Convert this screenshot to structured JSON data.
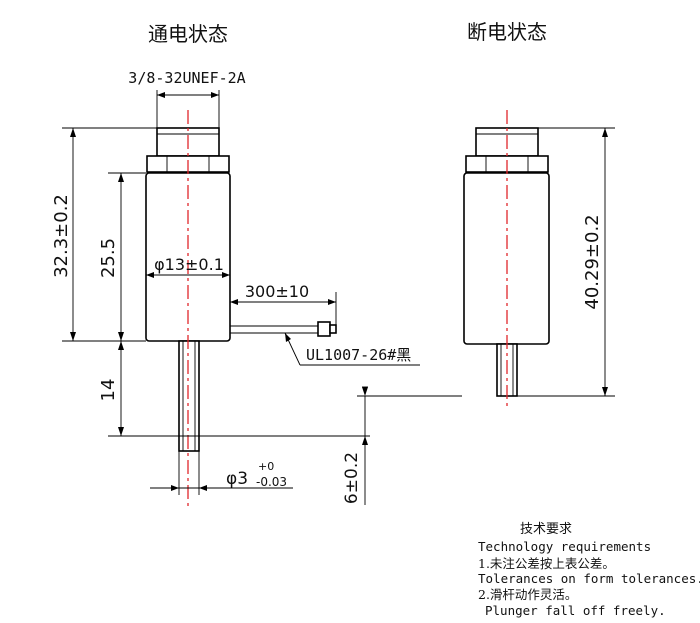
{
  "titles": {
    "energized": "通电状态",
    "de_energized": "断电状态"
  },
  "dimensions": {
    "thread": "3/8-32UNEF-2A",
    "total_height": "32.3±0.2",
    "body_height": "25.5",
    "body_diameter": "φ13±0.1",
    "lead_length": "300±10",
    "wire_spec": "UL1007-26#黑",
    "plunger_extension": "14",
    "plunger_diameter": "φ3",
    "plunger_tol_upper": "+0",
    "plunger_tol_lower": "-0.03",
    "stroke": "6±0.2",
    "off_total_height": "40.29±0.2"
  },
  "notes": {
    "heading_cn": "技术要求",
    "heading_en": "Technology   requirements",
    "item1_cn": "1.未注公差按上表公差。",
    "item1_en": "Tolerances on form tolerances.",
    "item2_cn": "2.滑杆动作灵活。",
    "item2_en": "Plunger fall off freely."
  }
}
